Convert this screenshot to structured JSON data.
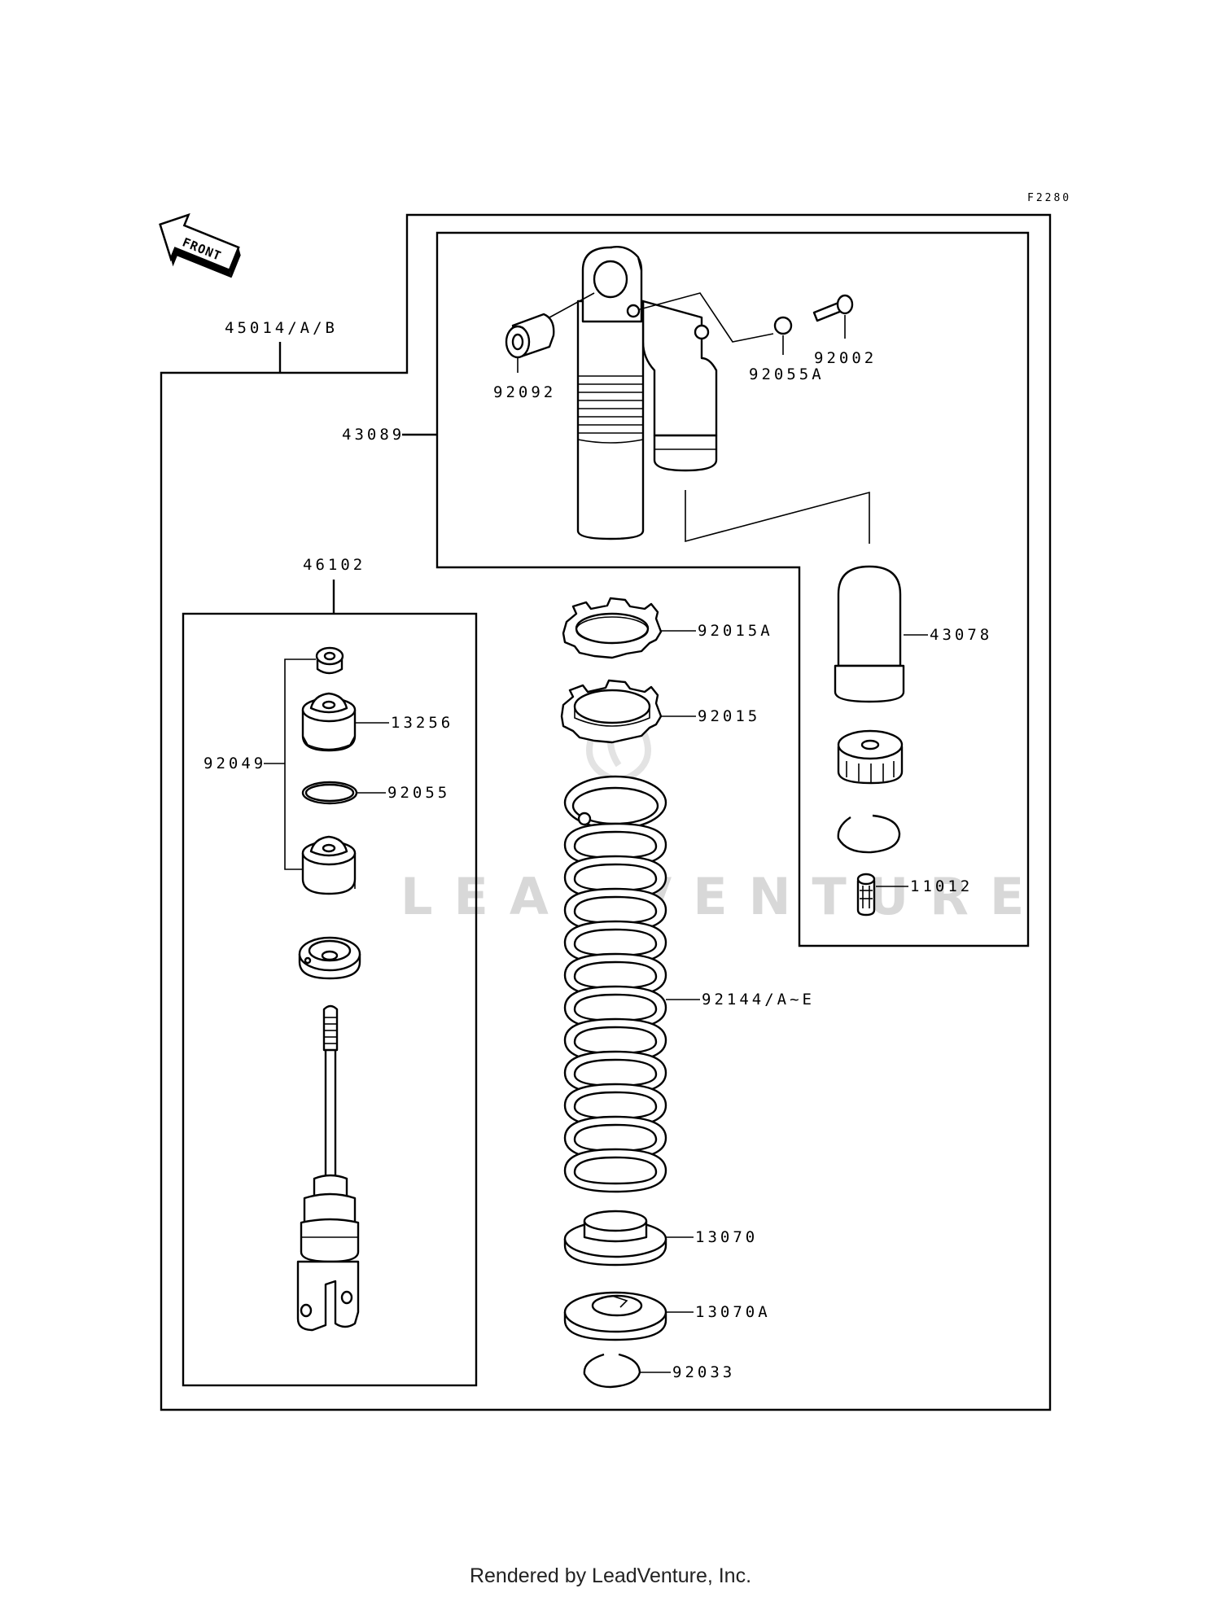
{
  "figure_code": "F2280",
  "front_label": "FRONT",
  "assembly_label": "45014/A/B",
  "subassembly_labels": {
    "shock_body": "43089",
    "rod_kit": "46102"
  },
  "parts": [
    {
      "id": "p92092",
      "label": "92092"
    },
    {
      "id": "p92055A",
      "label": "92055A"
    },
    {
      "id": "p92002",
      "label": "92002"
    },
    {
      "id": "p43078",
      "label": "43078"
    },
    {
      "id": "p11012",
      "label": "11012"
    },
    {
      "id": "p92015A",
      "label": "92015A"
    },
    {
      "id": "p92015",
      "label": "92015"
    },
    {
      "id": "p92144",
      "label": "92144/A~E"
    },
    {
      "id": "p13070",
      "label": "13070"
    },
    {
      "id": "p13070A",
      "label": "13070A"
    },
    {
      "id": "p92033",
      "label": "92033"
    },
    {
      "id": "p13256",
      "label": "13256"
    },
    {
      "id": "p92055",
      "label": "92055"
    },
    {
      "id": "p92049",
      "label": "92049"
    }
  ],
  "watermark": "LEADVENTURE",
  "footer": "Rendered by LeadVenture, Inc."
}
